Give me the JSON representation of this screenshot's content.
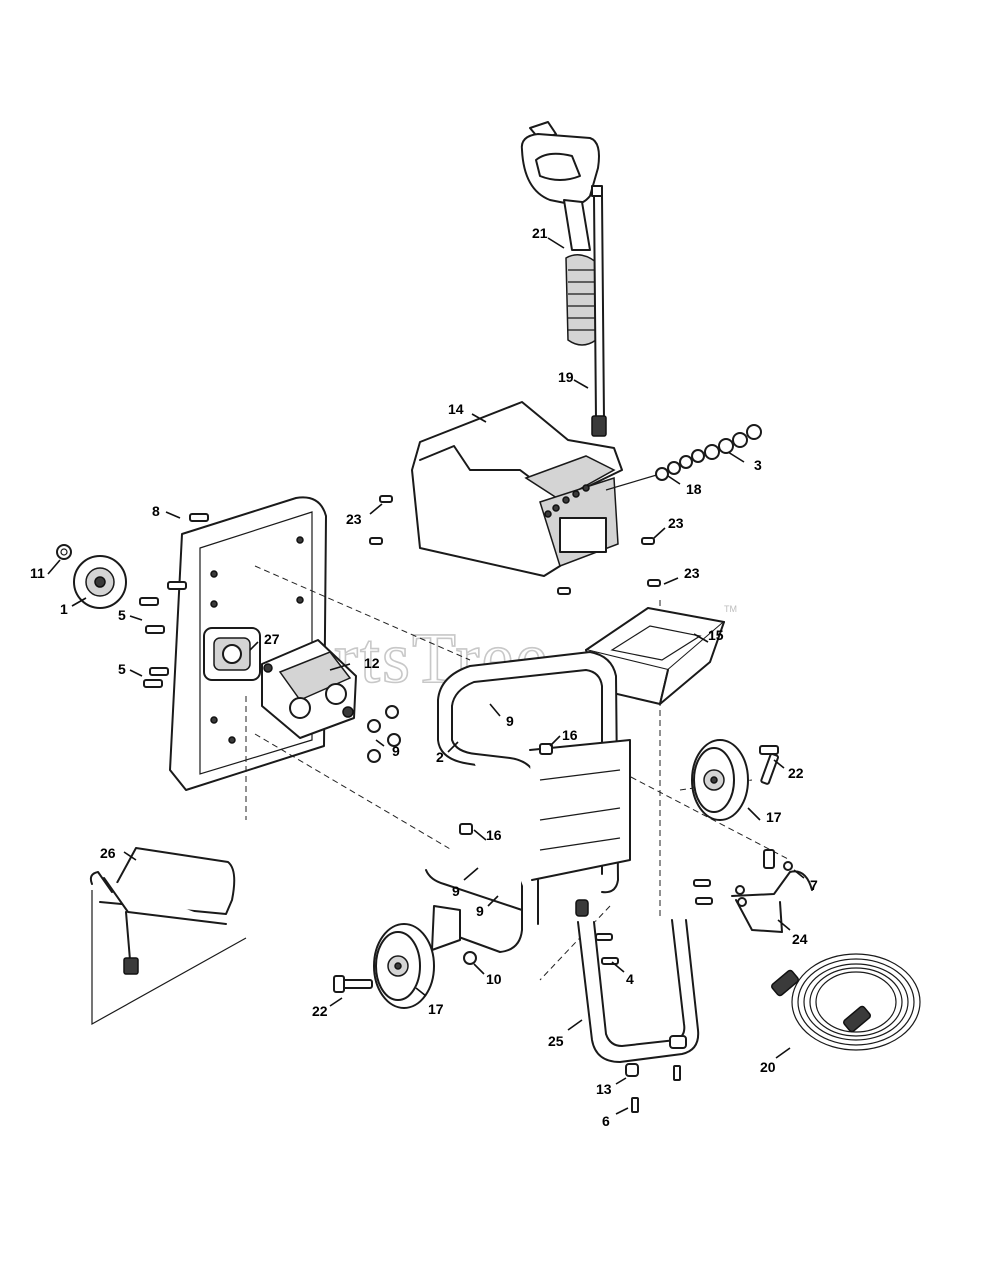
{
  "watermark": {
    "text": "PartsTree",
    "trademark": "TM"
  },
  "callouts": {
    "c1": "1",
    "c2": "2",
    "c3": "3",
    "c4": "4",
    "c5a": "5",
    "c5b": "5",
    "c6": "6",
    "c7": "7",
    "c8": "8",
    "c9a": "9",
    "c9b": "9",
    "c9c": "9",
    "c9d": "9",
    "c10": "10",
    "c11": "11",
    "c12": "12",
    "c13": "13",
    "c14": "14",
    "c15": "15",
    "c16a": "16",
    "c16b": "16",
    "c17a": "17",
    "c17b": "17",
    "c18": "18",
    "c19": "19",
    "c20": "20",
    "c21": "21",
    "c22a": "22",
    "c22b": "22",
    "c23a": "23",
    "c23b": "23",
    "c23c": "23",
    "c24": "24",
    "c25": "25",
    "c26": "26",
    "c27": "27"
  }
}
